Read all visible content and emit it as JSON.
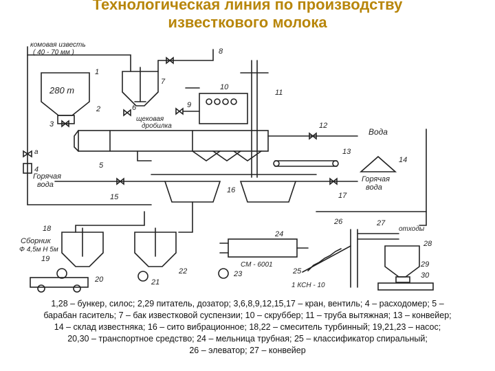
{
  "title": {
    "line1": "Технологическая линия по производству",
    "line2": "известкового молока"
  },
  "diagram": {
    "handwritten_labels": {
      "lime_input": "комовая известь",
      "lime_input_size": "( 40 - 70 мм )",
      "bunker_capacity": "280 т",
      "slaker_label_1": "щековая",
      "slaker_label_2": "дробилка",
      "water_1": "Вода",
      "hot_water_left_1": "Горячая",
      "hot_water_left_2": "вода",
      "hot_water_right_1": "Горячая",
      "hot_water_right_2": "вода",
      "collector_1": "Сборник",
      "collector_2": "Ф 4,5м Н 5м",
      "mill_label": "СМ - 6001",
      "pump_label": "1 КСН - 10",
      "waste_label": "отходы",
      "a_label": "а"
    },
    "numbers": [
      "1",
      "2",
      "3",
      "4",
      "5",
      "6",
      "7",
      "8",
      "9",
      "10",
      "11",
      "12",
      "13",
      "14",
      "15",
      "16",
      "17",
      "18",
      "19",
      "20",
      "21",
      "22",
      "23",
      "24",
      "25",
      "26",
      "27",
      "28",
      "29",
      "30"
    ]
  },
  "caption": {
    "line1": "1,28 – бункер, силос; 2,29 питатель, дозатор; 3,6,8,9,12,15,17 – кран, вентиль; 4 – расходомер; 5 –",
    "line2": "барабан гаситель; 7 – бак известковой суспензии; 10 – скруббер; 11 – труба вытяжная; 13 – конвейер;",
    "line3": "14 – склад известняка; 16 – сито вибрационное; 18,22 – смеситель турбинный; 19,21,23 – насос;",
    "line4": "20,30 – транспортное средство; 24 – мельница трубная; 25 – классификатор спиральный;",
    "line5": "26 – элеватор; 27 – конвейер"
  }
}
